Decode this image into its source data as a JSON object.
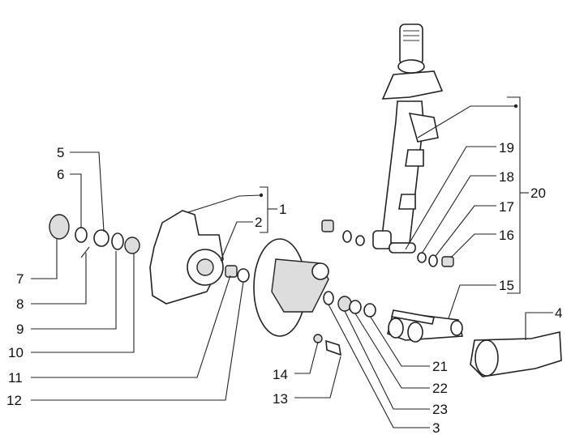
{
  "diagram": {
    "type": "exploded parts diagram",
    "callouts": [
      "1",
      "2",
      "3",
      "4",
      "5",
      "6",
      "7",
      "8",
      "9",
      "10",
      "11",
      "12",
      "13",
      "14",
      "15",
      "16",
      "17",
      "18",
      "19",
      "20",
      "21",
      "22",
      "23"
    ],
    "groups": [
      {
        "label": "1",
        "includes": [
          "2"
        ]
      },
      {
        "label": "20",
        "includes": [
          "19",
          "18",
          "17",
          "16",
          "15"
        ]
      }
    ]
  }
}
